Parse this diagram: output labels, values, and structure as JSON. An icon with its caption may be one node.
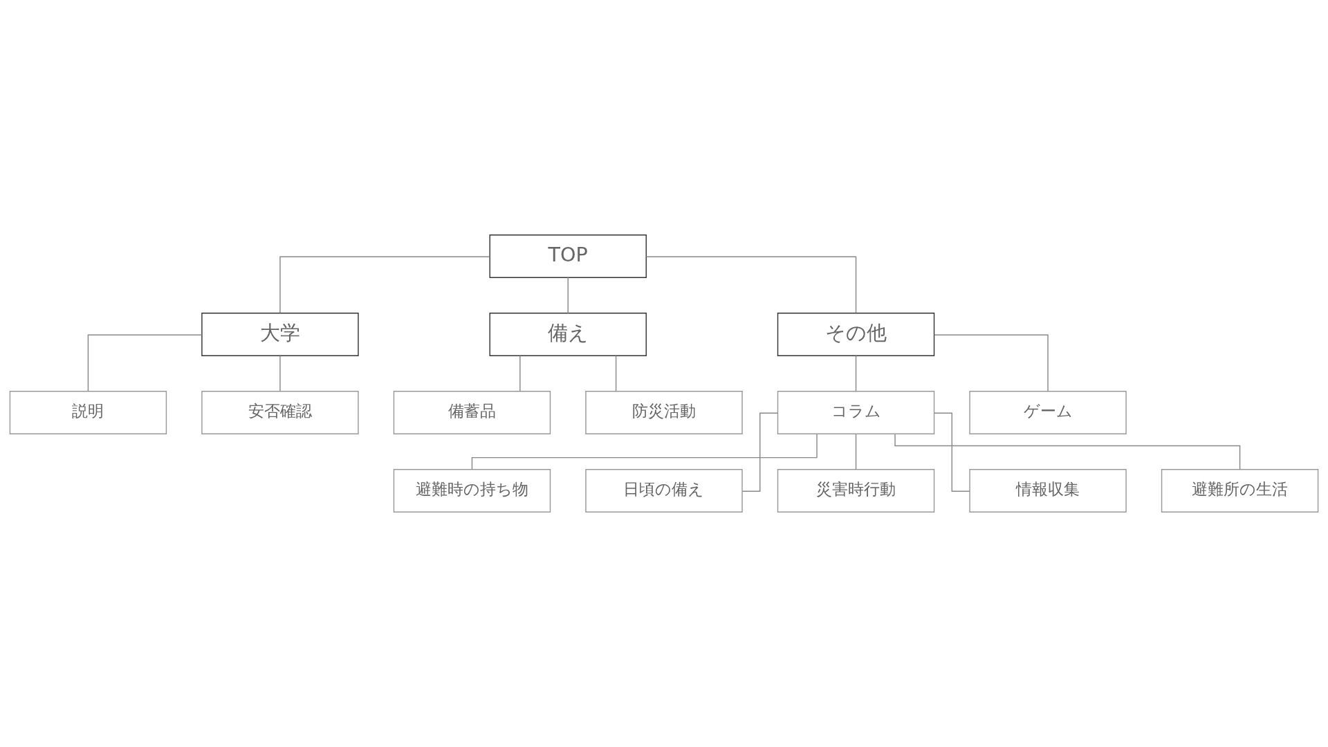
{
  "diagram": {
    "nodes": [
      {
        "text": [
          "TOP"
        ]
      },
      {
        "text": [
          "大学"
        ]
      },
      {
        "text": [
          "備え"
        ]
      },
      {
        "text": [
          "その他"
        ]
      },
      {
        "text": [
          "説明"
        ]
      },
      {
        "text": [
          "安否確認"
        ]
      },
      {
        "text": [
          "備蓄品"
        ]
      },
      {
        "text": [
          "防災活動"
        ]
      },
      {
        "text": [
          "コラム"
        ]
      },
      {
        "text": [
          "ゲーム"
        ]
      },
      {
        "text": [
          "避難時の持ち物"
        ]
      },
      {
        "text": [
          "日頃の備え"
        ]
      },
      {
        "text": [
          "災害時行動"
        ]
      },
      {
        "text": [
          "情報収集"
        ]
      },
      {
        "text": [
          "避難所の生活"
        ]
      }
    ],
    "edges": [
      {
        "from": 0,
        "to": 1,
        "arrow": "none"
      },
      {
        "from": 0,
        "to": 2,
        "arrow": "none"
      },
      {
        "from": 0,
        "to": 3,
        "arrow": "none"
      },
      {
        "from": 1,
        "to": 4,
        "arrow": "none"
      },
      {
        "from": 1,
        "to": 5,
        "arrow": "none"
      },
      {
        "from": 2,
        "to": 6,
        "arrow": "none"
      },
      {
        "from": 2,
        "to": 7,
        "arrow": "none"
      },
      {
        "from": 3,
        "to": 8,
        "arrow": "none"
      },
      {
        "from": 3,
        "to": 9,
        "arrow": "none"
      },
      {
        "from": 8,
        "to": 10,
        "arrow": "none"
      },
      {
        "from": 8,
        "to": 11,
        "arrow": "none"
      },
      {
        "from": 8,
        "to": 12,
        "arrow": "none"
      },
      {
        "from": 8,
        "to": 13,
        "arrow": "none"
      },
      {
        "from": 8,
        "to": 14,
        "arrow": "none"
      }
    ]
  }
}
